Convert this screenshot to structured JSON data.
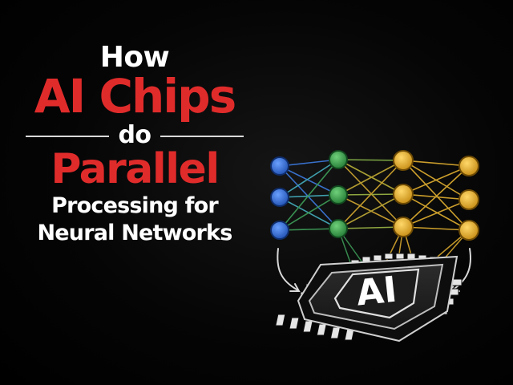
{
  "title": {
    "line1": "How",
    "line2": "AI Chips",
    "line3": "do",
    "line4": "Parallel",
    "line5": "Processing for",
    "line6": "Neural Networks"
  },
  "chip": {
    "label": "AI"
  },
  "colors": {
    "background": "#000000",
    "accent_red": "#e02b2b",
    "text_white": "#ffffff",
    "node_blue": "#2f6fd6",
    "node_green": "#35a047",
    "node_yellow": "#e8b630"
  },
  "network": {
    "layers": [
      {
        "color": "blue",
        "nodes": 3
      },
      {
        "color": "green",
        "nodes": 3
      },
      {
        "color": "yellow",
        "nodes": 3
      },
      {
        "color": "yellow",
        "nodes": 3
      }
    ]
  }
}
